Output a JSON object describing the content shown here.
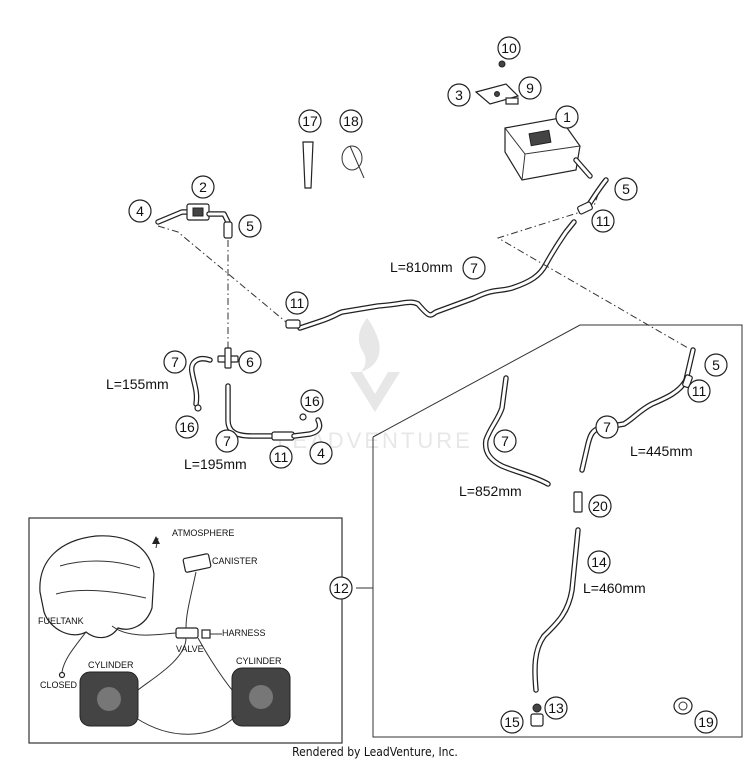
{
  "callouts": [
    "1",
    "2",
    "3",
    "4",
    "4",
    "5",
    "5",
    "5",
    "6",
    "7",
    "7",
    "7",
    "7",
    "7",
    "9",
    "10",
    "11",
    "11",
    "11",
    "11",
    "12",
    "13",
    "14",
    "15",
    "16",
    "16",
    "17",
    "18",
    "19",
    "20"
  ],
  "lengths": {
    "hose_810": "L=810mm",
    "hose_155": "L=155mm",
    "hose_195": "L=195mm",
    "hose_445": "L=445mm",
    "hose_852": "L=852mm",
    "hose_460": "L=460mm"
  },
  "inset": {
    "atmosphere": "ATMOSPHERE",
    "canister": "CANISTER",
    "fueltank": "FUELTANK",
    "harness": "HARNESS",
    "valve": "VALVE",
    "closed": "CLOSED",
    "cylinder_left": "CYLINDER",
    "cylinder_right": "CYLINDER"
  },
  "watermark": "LEADVENTURE",
  "footer": "Rendered by LeadVenture, Inc.",
  "colors": {
    "line": "#222222",
    "background": "#ffffff",
    "watermark": "#d9d9d9"
  }
}
